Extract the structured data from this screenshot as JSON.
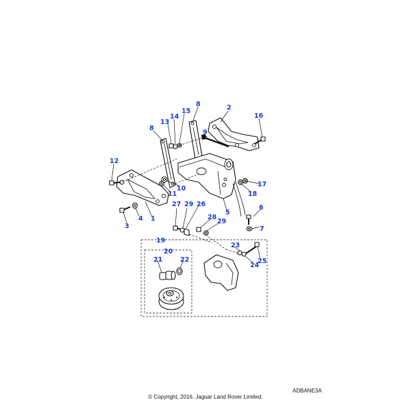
{
  "diagram": {
    "callouts": [
      "1",
      "2",
      "3",
      "4",
      "5",
      "6",
      "7",
      "8",
      "8",
      "9",
      "10",
      "11",
      "12",
      "13",
      "14",
      "15",
      "16",
      "17",
      "18",
      "19",
      "20",
      "21",
      "22",
      "23",
      "24",
      "25",
      "26",
      "27",
      "28",
      "29",
      "29"
    ],
    "reference_code": "ADBANE3A",
    "copyright": "© Copyright, 2016. Jaguar Land Rover Limited."
  },
  "colors": {
    "callout": "#1a3bd6",
    "line": "#111111",
    "background": "#ffffff"
  }
}
